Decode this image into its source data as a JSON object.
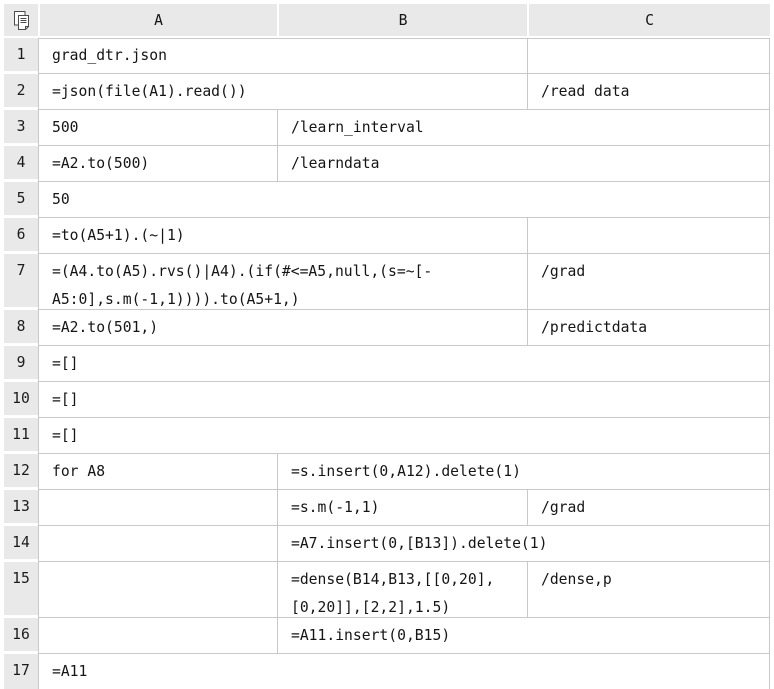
{
  "app": {
    "corner_icon": "documents-icon"
  },
  "columns": [
    "A",
    "B",
    "C"
  ],
  "colors": {
    "header_bg": "#e9e9e9",
    "grid_line": "#c9c9c9",
    "cell_bg": "#ffffff",
    "text": "#151515"
  },
  "rows": [
    {
      "num": "1",
      "a": "grad_dtr.json",
      "c": ""
    },
    {
      "num": "2",
      "a": "=json(file(A1).read())",
      "c": "/read data"
    },
    {
      "num": "3",
      "a": "500",
      "b": "/learn_interval"
    },
    {
      "num": "4",
      "a": "=A2.to(500)",
      "b": "/learndata"
    },
    {
      "num": "5",
      "a": "50"
    },
    {
      "num": "6",
      "a": "=to(A5+1).(~|1)",
      "c": ""
    },
    {
      "num": "7",
      "a": "=(A4.to(A5).rvs()|A4).(if(#<=A5,null,(s=~[-\nA5:0],s.m(-1,1)))).to(A5+1,)",
      "c": "/grad"
    },
    {
      "num": "8",
      "a": "=A2.to(501,)",
      "c": "/predictdata"
    },
    {
      "num": "9",
      "a": "=[]"
    },
    {
      "num": "10",
      "a": "=[]"
    },
    {
      "num": "11",
      "a": "=[]"
    },
    {
      "num": "12",
      "a": "for A8",
      "b": "=s.insert(0,A12).delete(1)"
    },
    {
      "num": "13",
      "a": "",
      "b": "=s.m(-1,1)",
      "c": "/grad"
    },
    {
      "num": "14",
      "a": "",
      "b": "=A7.insert(0,[B13]).delete(1)"
    },
    {
      "num": "15",
      "a": "",
      "b": "=dense(B14,B13,[[0,20],\n[0,20]],[2,2],1.5)",
      "c": "/dense,p"
    },
    {
      "num": "16",
      "a": "",
      "b": "=A11.insert(0,B15)"
    },
    {
      "num": "17",
      "a": "=A11"
    }
  ]
}
